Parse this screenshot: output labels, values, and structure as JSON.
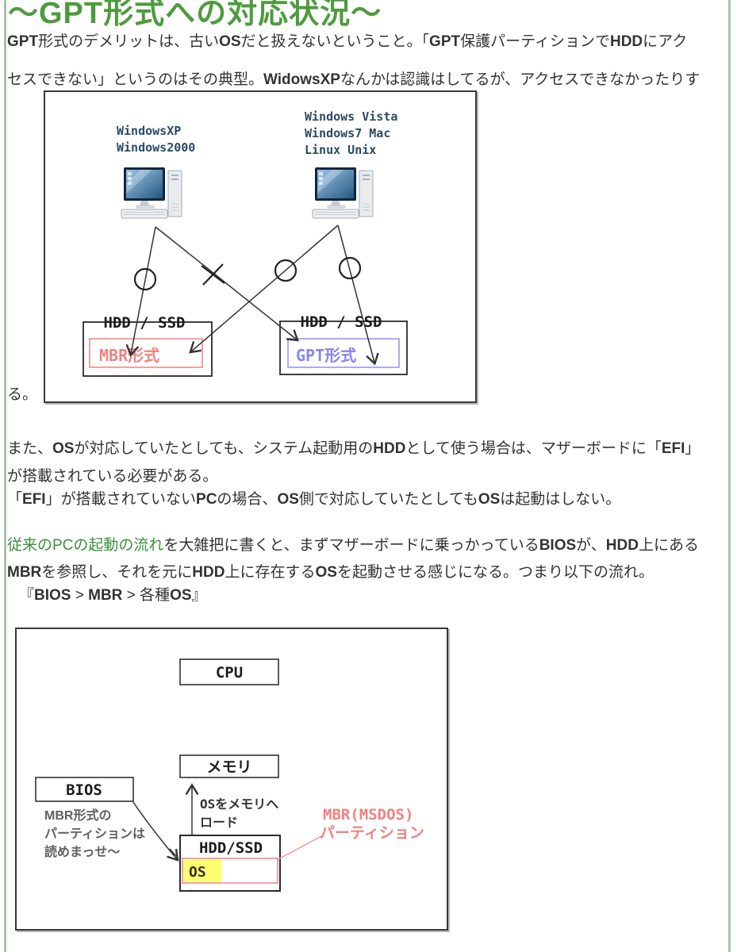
{
  "heading": {
    "title": "〜GPT形式への対応状況〜",
    "color": "#4e9b3f"
  },
  "paragraph1": {
    "line1": "GPT形式のデメリットは、古いOSだと扱えないということ。「GPT保護パーティションでHDDにアク",
    "line2": "セスできない」というのはその典型。WidowsXPなんかは認識はしてるが、アクセスできなかったりす",
    "line3": "る。"
  },
  "paragraph2": {
    "line1": "また、OSが対応していたとしても、システム起動用のHDDとして使う場合は、マザーボードに「EFI」",
    "line2": "が搭載されている必要がある。",
    "line3": "「EFI」が搭載されていないPCの場合、OS側で対応していたとしてもOSは起動はしない。"
  },
  "paragraph3": {
    "link_text": "従来のPCの起動の流れ",
    "line1_rest": "を大雑把に書くと、まずマザーボードに乗っかっているBIOSが、HDD上にある",
    "line2": "MBRを参照し、それを元にHDD上に存在するOSを起動させる感じになる。つまり以下の流れ。",
    "flow_note": "『BIOS > MBR > 各種OS』"
  },
  "diagram1": {
    "old_os_lines": [
      "WindowsXP",
      "Windows2000"
    ],
    "new_os_lines": [
      "Windows Vista",
      "Windows7 Mac",
      "Linux Unix"
    ],
    "disk_label_left": "HDD / SSD",
    "disk_label_right": "HDD / SSD",
    "format_left": "MBR形式",
    "format_right": "GPT形式",
    "colors": {
      "mbr": "#f28080",
      "gpt": "#8f8ff0",
      "os_label": "#2b4a66"
    }
  },
  "diagram2": {
    "cpu": "CPU",
    "memory": "メモリ",
    "bios": "BIOS",
    "load_label_lines": [
      "OSをメモリへ",
      "ロード"
    ],
    "bios_note_lines": [
      "MBR形式の",
      "パーティションは",
      "読めまっせ〜"
    ],
    "disk": "HDD/SSD",
    "os_cell": "OS",
    "partition_label_lines": [
      "MBR(MSDOS)",
      "パーティション"
    ],
    "colors": {
      "partition": "#f28080",
      "os_highlight": "#ffff6e"
    }
  }
}
